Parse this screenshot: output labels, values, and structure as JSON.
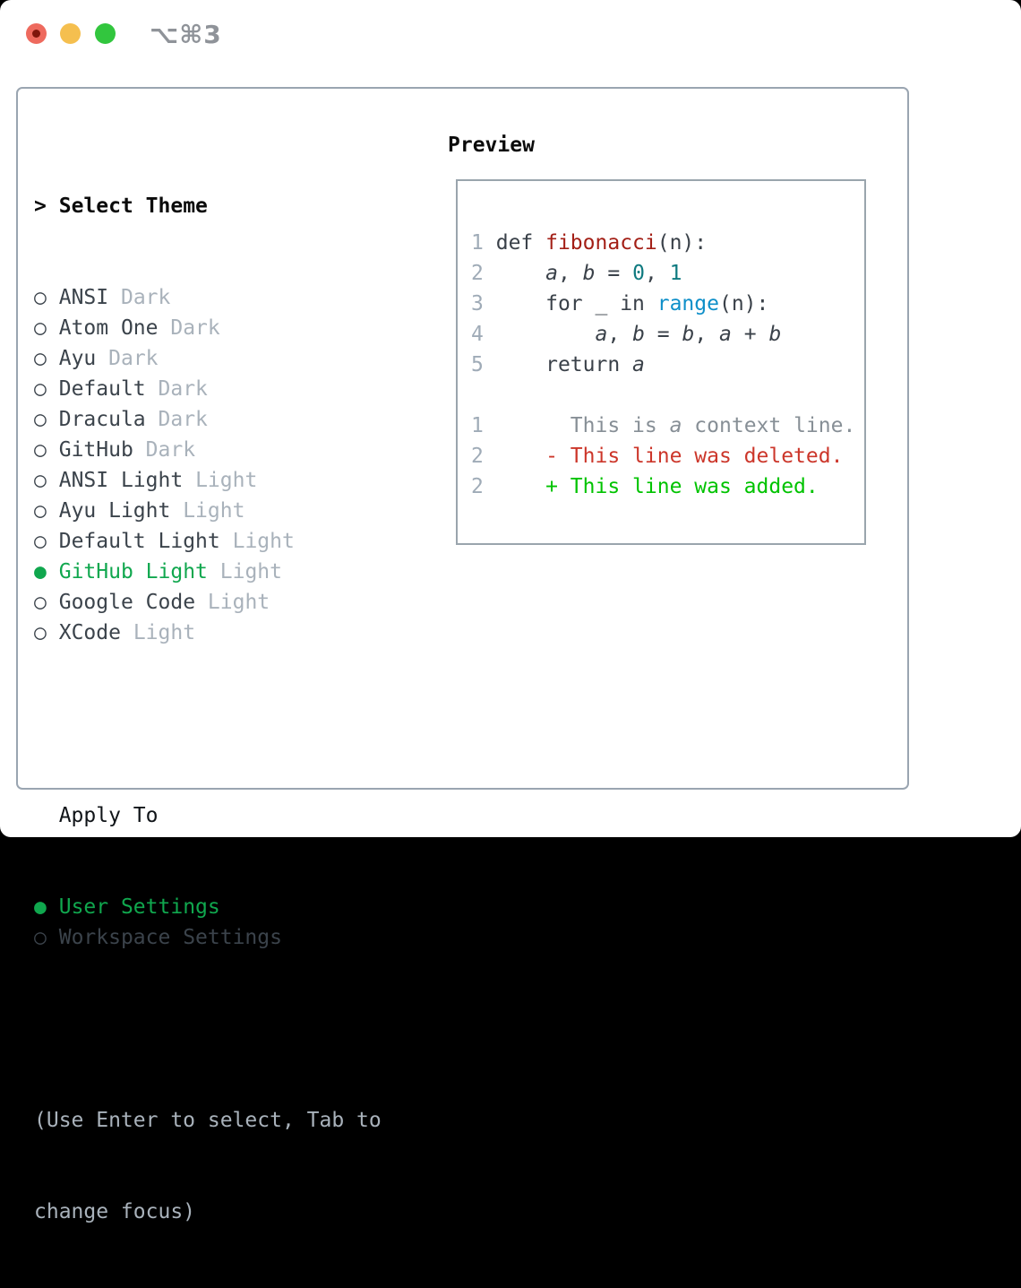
{
  "window": {
    "title": "⌥⌘3",
    "title_color": "#8f9399",
    "traffic_lights": {
      "close_color": "#ee6a5e",
      "close_inner_color": "#7f160c",
      "minimize_color": "#f5bf4f",
      "zoom_color": "#32c63e"
    }
  },
  "theme_list": {
    "header": {
      "marker": ">",
      "label": "Select Theme"
    },
    "items": [
      {
        "marker": "○",
        "label": "ANSI",
        "tag": "Dark",
        "selected": false
      },
      {
        "marker": "○",
        "label": "Atom One",
        "tag": "Dark",
        "selected": false
      },
      {
        "marker": "○",
        "label": "Ayu",
        "tag": "Dark",
        "selected": false
      },
      {
        "marker": "○",
        "label": "Default",
        "tag": "Dark",
        "selected": false
      },
      {
        "marker": "○",
        "label": "Dracula",
        "tag": "Dark",
        "selected": false
      },
      {
        "marker": "○",
        "label": "GitHub",
        "tag": "Dark",
        "selected": false
      },
      {
        "marker": "○",
        "label": "ANSI Light",
        "tag": "Light",
        "selected": false
      },
      {
        "marker": "○",
        "label": "Ayu Light",
        "tag": "Light",
        "selected": false
      },
      {
        "marker": "○",
        "label": "Default Light",
        "tag": "Light",
        "selected": false
      },
      {
        "marker": "●",
        "label": "GitHub Light",
        "tag": "Light",
        "selected": true
      },
      {
        "marker": "○",
        "label": "Google Code",
        "tag": "Light",
        "selected": false
      },
      {
        "marker": "○",
        "label": "XCode",
        "tag": "Light",
        "selected": false
      }
    ]
  },
  "apply_to": {
    "header": "Apply To",
    "items": [
      {
        "marker": "●",
        "label": "User Settings",
        "selected": true
      },
      {
        "marker": "○",
        "label": "Workspace Settings",
        "selected": false
      }
    ]
  },
  "hint": {
    "line1": "(Use Enter to select, Tab to",
    "line2": "change focus)"
  },
  "preview": {
    "header": "Preview",
    "code_lines": [
      {
        "num": "1",
        "tokens": [
          {
            "t": "def ",
            "c": "fg"
          },
          {
            "t": "fibonacci",
            "c": "red"
          },
          {
            "t": "(n):",
            "c": "fg"
          }
        ]
      },
      {
        "num": "2",
        "tokens": [
          {
            "t": "    ",
            "c": "fg"
          },
          {
            "t": "a",
            "c": "it"
          },
          {
            "t": ", ",
            "c": "fg"
          },
          {
            "t": "b",
            "c": "it"
          },
          {
            "t": " = ",
            "c": "fg"
          },
          {
            "t": "0",
            "c": "teal"
          },
          {
            "t": ", ",
            "c": "fg"
          },
          {
            "t": "1",
            "c": "teal"
          }
        ]
      },
      {
        "num": "3",
        "tokens": [
          {
            "t": "    for _ in ",
            "c": "fg"
          },
          {
            "t": "range",
            "c": "blue"
          },
          {
            "t": "(n):",
            "c": "fg"
          }
        ]
      },
      {
        "num": "4",
        "tokens": [
          {
            "t": "        ",
            "c": "fg"
          },
          {
            "t": "a",
            "c": "it"
          },
          {
            "t": ", ",
            "c": "fg"
          },
          {
            "t": "b",
            "c": "it"
          },
          {
            "t": " = ",
            "c": "fg"
          },
          {
            "t": "b",
            "c": "it"
          },
          {
            "t": ", ",
            "c": "fg"
          },
          {
            "t": "a",
            "c": "it"
          },
          {
            "t": " + ",
            "c": "fg"
          },
          {
            "t": "b",
            "c": "it"
          }
        ]
      },
      {
        "num": "5",
        "tokens": [
          {
            "t": "    return ",
            "c": "fg"
          },
          {
            "t": "a",
            "c": "it"
          }
        ]
      },
      {
        "num": "",
        "tokens": []
      },
      {
        "num": "1",
        "tokens": [
          {
            "t": "      This is ",
            "c": "ctx"
          },
          {
            "t": "a",
            "c": "ctx-i"
          },
          {
            "t": " context line.",
            "c": "ctx"
          }
        ]
      },
      {
        "num": "2",
        "tokens": [
          {
            "t": "    - This line was deleted.",
            "c": "del"
          }
        ]
      },
      {
        "num": "2",
        "tokens": [
          {
            "t": "    + This line was added.",
            "c": "add"
          }
        ]
      }
    ]
  },
  "colors": {
    "selected_green": "#10a74e",
    "diff_added_green": "#00c300",
    "diff_deleted_red": "#cc362a",
    "keyword_red": "#a31f16",
    "builtin_blue": "#0e8fc9",
    "number_teal": "#0f7a80",
    "muted_gray": "#a9b2bb",
    "panel_border": "#9aa5b1"
  }
}
